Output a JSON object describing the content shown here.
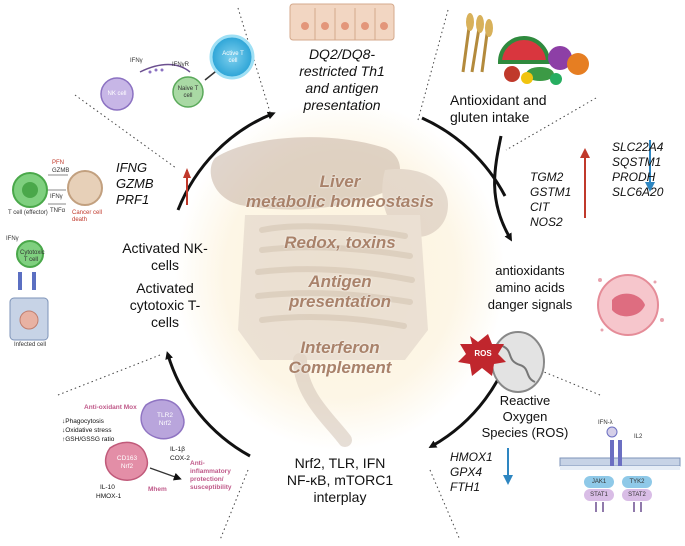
{
  "center": {
    "line1": "Liver",
    "line2": "metabolic homeostasis",
    "line3": "Redox, toxins",
    "line4": "Antigen",
    "line5": "presentation",
    "line6": "Interferon",
    "line7": "Complement"
  },
  "top": {
    "title1": "DQ2/DQ8-",
    "title2": "restricted Th1",
    "title3": "and antigen",
    "title4": "presentation"
  },
  "top_right": {
    "label1": "Antioxidant and",
    "label2": "gluten intake"
  },
  "genes_up_right": [
    "TGM2",
    "GSTM1",
    "CIT",
    "NOS2"
  ],
  "genes_down_right": [
    "SLC22A4",
    "SQSTM1",
    "PRODH",
    "SLC6A20"
  ],
  "right_mid": {
    "line1": "antioxidants",
    "line2": "amino acids",
    "line3": "danger signals"
  },
  "ros": {
    "badge": "ROS",
    "line1": "Reactive",
    "line2": "Oxygen",
    "line3": "Species (ROS)"
  },
  "genes_down_bottom": [
    "HMOX1",
    "GPX4",
    "FTH1"
  ],
  "bottom": {
    "line1": "Nrf2, TLR, IFN",
    "line2": "NF-κB, mTORC1",
    "line3": "interplay"
  },
  "left": {
    "line1": "Activated NK-",
    "line2": "cells",
    "line3": "Activated",
    "line4": "cytotoxic T-",
    "line5": "cells"
  },
  "genes_up_left": [
    "IFNG",
    "GZMB",
    "PRF1"
  ],
  "nk_panel": {
    "ifng": "IFNγ",
    "ifngr": "IFNγR",
    "nk": "NK cell",
    "naive": "Naive T cell",
    "active": "Active T cell"
  },
  "tcell_panel": {
    "prf": "PFN",
    "gzm": "GZMB",
    "ifng": "IFNγ",
    "tnf": "TNFα",
    "tcell": "T cell (effector)",
    "death": "Cancer cell death",
    "ifng2": "IFNγ",
    "cyto": "Cytotoxic T cell",
    "infected": "Infected cell"
  },
  "jak_panel": {
    "ifn": "IFN-λ",
    "il2": "IL2",
    "jak1": "JAK1",
    "tyk2": "TYK2",
    "stat1": "STAT1",
    "stat2": "STAT2"
  },
  "macro_panel": {
    "title": "Anti-oxidant  Mox",
    "b1": "↓Phagocytosis",
    "b2": "↓Oxidative stress",
    "b3": "↑GSH/GSSG ratio",
    "tlr": "TLR2",
    "nrf": "Nrf2",
    "cd": "CD163",
    "nrf2": "Nrf2",
    "il1": "IL-1β",
    "cox": "COX-2",
    "il10": "IL-10",
    "hmox": "HMOX-1",
    "mhem": "Mhem",
    "anti1": "Anti-",
    "anti2": "inflammatory",
    "anti3": "protection/",
    "anti4": "susceptibility"
  },
  "colors": {
    "center_text": "#a9826a",
    "up_arrow": "#c0392b",
    "down_arrow": "#2e86c1",
    "ros_badge": "#c0262d",
    "macro_text": "#c05a8a"
  }
}
